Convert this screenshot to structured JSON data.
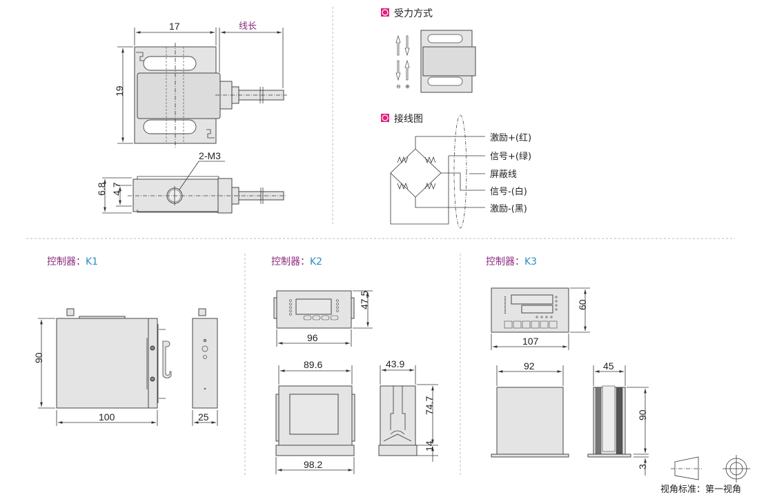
{
  "sensor": {
    "top_view": {
      "width_dim": "17",
      "cable_len_label": "线长",
      "height_dim": "19"
    },
    "side_view": {
      "thread_label": "2-M3",
      "outer_height_dim": "6.8",
      "inner_height_dim": "4.7"
    }
  },
  "force_mode": {
    "heading": "受力方式",
    "minus_symbol": "⊖",
    "plus_symbol": "⊕"
  },
  "wiring": {
    "heading": "接线图",
    "wires": [
      "激励+(红)",
      "信号+(绿)",
      "屏蔽线",
      "信号-(白)",
      "激励-(黑)"
    ]
  },
  "controllers": [
    {
      "title_prefix": "控制器：",
      "model": "K1",
      "dims": {
        "height": "90",
        "width": "100",
        "depth": "25"
      }
    },
    {
      "title_prefix": "控制器：",
      "model": "K2",
      "dims": {
        "front_width": "96",
        "front_height": "47.5",
        "body_width": "89.6",
        "bezel_width": "98.2",
        "side_depth": "43.9",
        "side_height": "74.7",
        "bezel_depth": "14"
      }
    },
    {
      "title_prefix": "控制器：",
      "model": "K3",
      "dims": {
        "front_width": "107",
        "front_height": "60",
        "body_width": "92",
        "side_depth": "45",
        "side_height": "90",
        "bezel": "3"
      }
    }
  ],
  "projection": {
    "label": "视角标准：第一视角"
  },
  "colors": {
    "accent_magenta": "#e0207a",
    "title_purple": "#8b2a7e",
    "model_blue": "#2a8cc4"
  }
}
